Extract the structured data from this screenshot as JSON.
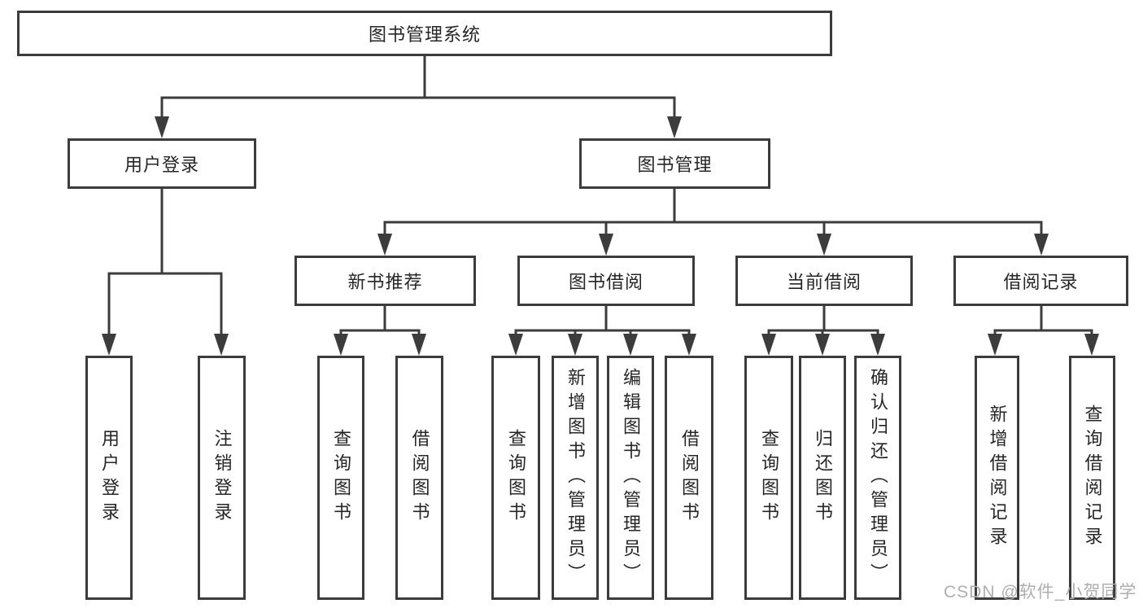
{
  "diagram_title": "图书管理系统",
  "nodes": {
    "root": "图书管理系统",
    "user_login": {
      "label": "用户登录",
      "children": [
        "用户登录",
        "注销登录"
      ]
    },
    "book_management": {
      "label": "图书管理",
      "sections": [
        {
          "label": "新书推荐",
          "children": [
            "查询图书",
            "借阅图书"
          ]
        },
        {
          "label": "图书借阅",
          "children": [
            "查询图书",
            "新增图书（管理员）",
            "编辑图书（管理员）",
            "借阅图书"
          ]
        },
        {
          "label": "当前借阅",
          "children": [
            "查询图书",
            "归还图书",
            "确认归还（管理员）"
          ]
        },
        {
          "label": "借阅记录",
          "children": [
            "新增借阅记录",
            "查询借阅记录"
          ]
        }
      ]
    }
  },
  "watermark": "CSDN @软件_小贺同学",
  "colors": {
    "line": "#3c3c3c",
    "text": "#262626",
    "watermark": "#aeaeae",
    "background": "#ffffff"
  }
}
